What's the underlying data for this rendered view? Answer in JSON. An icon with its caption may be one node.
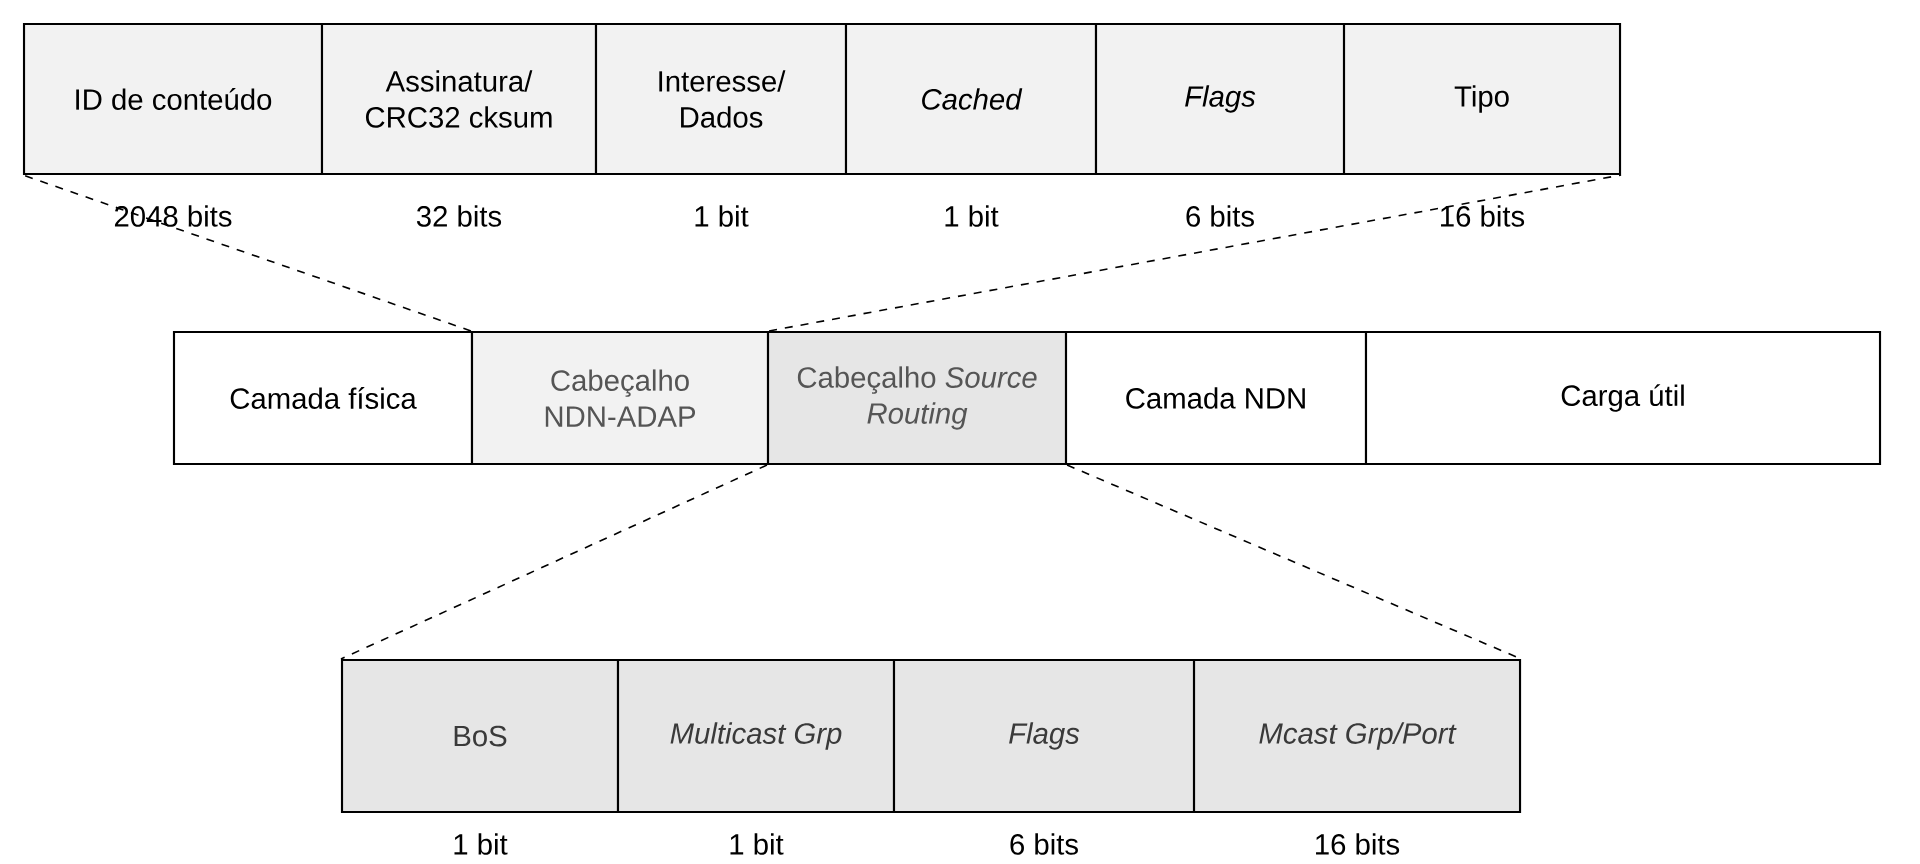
{
  "diagram": {
    "nodes": [
      {
        "text": [
          "ID de conteúdo"
        ],
        "beside": [
          "2048 bits"
        ]
      },
      {
        "text": [
          "Assinatura/ CRC32 cksum"
        ],
        "beside": [
          "32 bits"
        ]
      },
      {
        "text": [
          "Interesse/ Dados"
        ],
        "beside": [
          "1 bit"
        ]
      },
      {
        "text": [
          "Cached"
        ],
        "beside": [
          "1 bit"
        ]
      },
      {
        "text": [
          "Flags"
        ],
        "beside": [
          "6 bits"
        ]
      },
      {
        "text": [
          "Tipo"
        ],
        "beside": [
          "16 bits"
        ]
      },
      {
        "text": [
          "Camada física"
        ]
      },
      {
        "text": [
          "Cabeçalho NDN-ADAP"
        ]
      },
      {
        "text": [
          "Cabeçalho *Source Routing*"
        ]
      },
      {
        "text": [
          "Camada NDN"
        ]
      },
      {
        "text": [
          "Carga útil"
        ]
      },
      {
        "text": [
          "BoS"
        ],
        "beside": [
          "1 bit"
        ]
      },
      {
        "text": [
          "Multicast Grp"
        ],
        "beside": [
          "1 bit"
        ]
      },
      {
        "text": [
          "Flags"
        ],
        "beside": [
          "6 bits"
        ]
      },
      {
        "text": [
          "Mcast Grp/Port"
        ],
        "beside": [
          "16 bits"
        ]
      }
    ],
    "edges": [
      {
        "from": 7,
        "to": 0,
        "arrow": "none",
        "style": "dashed"
      },
      {
        "from": 7,
        "to": 5,
        "arrow": "none",
        "style": "dashed"
      },
      {
        "from": 8,
        "to": 11,
        "arrow": "none",
        "style": "dashed"
      },
      {
        "from": 8,
        "to": 14,
        "arrow": "none",
        "style": "dashed"
      }
    ]
  }
}
